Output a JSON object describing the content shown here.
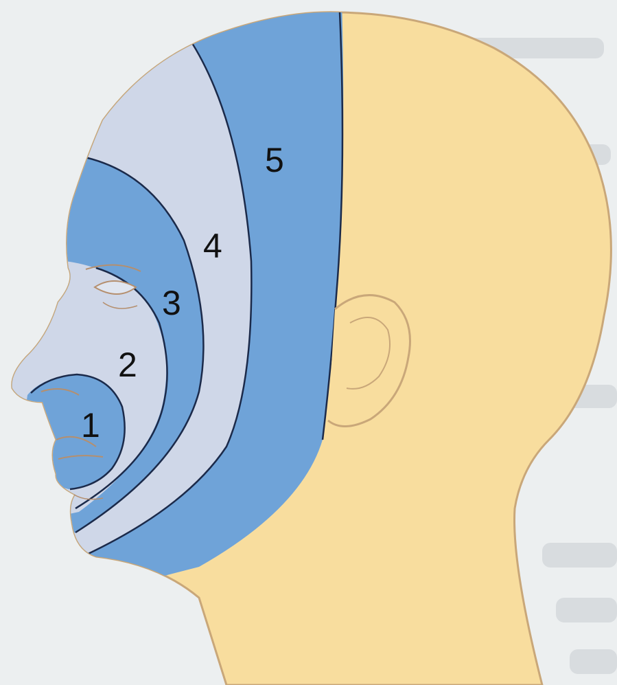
{
  "diagram": {
    "colors": {
      "background": "#eceff0",
      "background_text": "#c9ced2",
      "skin": "#f8dd9e",
      "outline": "#c9a779",
      "zone_blue": "#6fa3d8",
      "zone_light": "#cfd7e8",
      "divider": "#1b2a4a"
    },
    "zones": [
      {
        "label": "1"
      },
      {
        "label": "2"
      },
      {
        "label": "3"
      },
      {
        "label": "4"
      },
      {
        "label": "5"
      }
    ]
  }
}
